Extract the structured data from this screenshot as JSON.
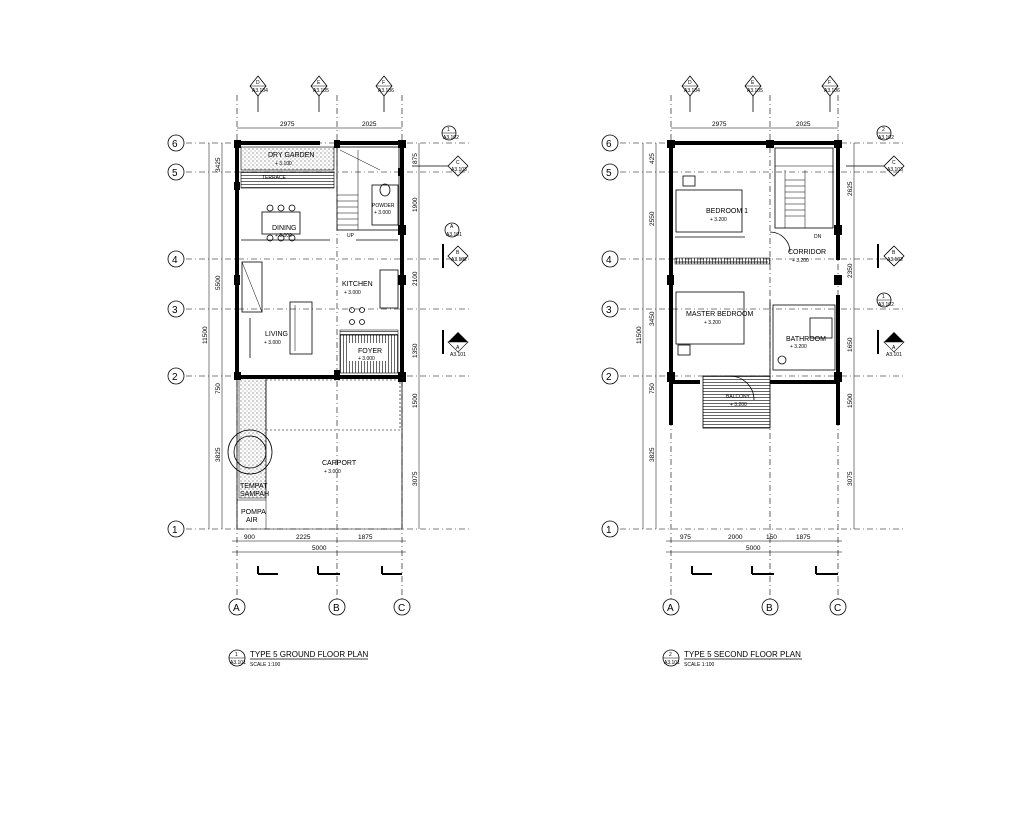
{
  "plans": [
    {
      "title": "TYPE 5 GROUND FLOOR PLAN",
      "scale": "SCALE 1:100",
      "ref_num": "1",
      "ref_sheet": "A3.101",
      "rooms": {
        "dry_garden": "DRY GARDEN",
        "dry_garden_lvl": "+ 3.100",
        "terrace": "TERRACE",
        "dining": "DINING",
        "dining_lvl": "+ 3.000",
        "powder": "POWDER",
        "powder_lvl": "+ 3.000",
        "kitchen": "KITCHEN",
        "kitchen_lvl": "+ 3.000",
        "living": "LIVING",
        "living_lvl": "+ 3.000",
        "foyer": "FOYER",
        "foyer_lvl": "+ 3.000",
        "carport": "CARPORT",
        "carport_lvl": "+ 3.000",
        "tempat": "TEMPAT",
        "sampah": "SAMPAH",
        "pompa": "POMPA",
        "air": "AIR",
        "up": "UP"
      },
      "dims_top": [
        "2975",
        "2025"
      ],
      "dims_bottom": [
        "900",
        "2225",
        "1875"
      ],
      "total_bottom": "5000",
      "dims_left": [
        "3425",
        "5500",
        "750",
        "3825"
      ],
      "total_left": "11500",
      "dims_right": [
        "875",
        "1900",
        "2100",
        "1350",
        "1500",
        "3075"
      ]
    },
    {
      "title": "TYPE 5 SECOND FLOOR PLAN",
      "scale": "SCALE 1:100",
      "ref_num": "2",
      "ref_sheet": "A3.101",
      "rooms": {
        "bedroom1": "BEDROOM 1",
        "bedroom1_lvl": "+ 3.200",
        "corridor": "CORRIDOR",
        "corridor_lvl": "+ 3.200",
        "master": "MASTER BEDROOM",
        "master_lvl": "+ 3.200",
        "bathroom": "BATHROOM",
        "bathroom_lvl": "+ 3.200",
        "balcony": "BALCONY",
        "balcony_lvl": "+ 3.200",
        "dn": "DN"
      },
      "dims_top": [
        "2975",
        "2025"
      ],
      "dims_bottom": [
        "975",
        "2000",
        "150",
        "1875"
      ],
      "total_bottom": "5000",
      "dims_left": [
        "425",
        "2550",
        "3450",
        "750",
        "3825"
      ],
      "total_left": "11500",
      "dims_right": [
        "2625",
        "2350",
        "1650",
        "1500",
        "3075"
      ]
    }
  ],
  "grid_rows": [
    "6",
    "5",
    "4",
    "3",
    "2",
    "1"
  ],
  "grid_cols": [
    "A",
    "B",
    "C"
  ],
  "section_marks_top": [
    {
      "letter": "D",
      "sheet": "A3.104"
    },
    {
      "letter": "E",
      "sheet": "A3.105"
    },
    {
      "letter": "F",
      "sheet": "A3.106"
    }
  ],
  "section_marks_right": [
    {
      "letter": "1",
      "sheet": "A3.102"
    },
    {
      "letter": "C",
      "sheet": "A3.103"
    },
    {
      "letter": "A",
      "sheet": "A3.101"
    },
    {
      "letter": "B",
      "sheet": "A3.102"
    },
    {
      "letter": "A",
      "sheet": "A3.101"
    }
  ],
  "section_marks_right_2": [
    {
      "letter": "2",
      "sheet": "A3.102"
    },
    {
      "letter": "C",
      "sheet": "A3.103"
    },
    {
      "letter": "B",
      "sheet": "A3.102"
    },
    {
      "letter": "1",
      "sheet": "A3.102"
    },
    {
      "letter": "A",
      "sheet": "A3.101"
    }
  ]
}
